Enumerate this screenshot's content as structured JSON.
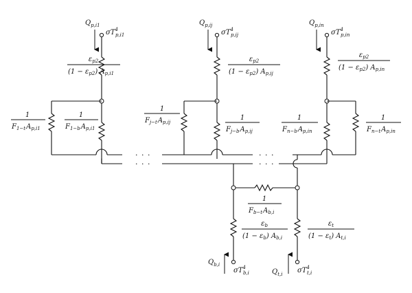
{
  "labels": {
    "q_pi1": "Q",
    "q_pi1_sub": "p,i1",
    "q_pij": "Q",
    "q_pij_sub": "p,ij",
    "q_pin": "Q",
    "q_pin_sub": "p,in",
    "sig_pi1": "σT",
    "sig_pi1_sub": "p,i1",
    "sig_pij": "σT",
    "sig_pij_sub": "p,ij",
    "sig_pin": "σT",
    "sig_pin_sub": "p,in",
    "pow4": "4",
    "eps_p2": "ε",
    "eps_p2_sub": "p2",
    "den_p2_pre": "(1 − ε",
    "den_p2_sub": "p2",
    "den_p2_mid": ") A",
    "den_i1_sub": "p,i1",
    "den_ij_sub": "p,ij",
    "den_in_sub": "p,in",
    "one": "1",
    "F": "F",
    "A": "A",
    "f_1t": "1−t",
    "f_1b": "1−b",
    "f_jt": "j−t",
    "f_jb": "j−b",
    "f_nb": "n−b",
    "f_nt": "n−t",
    "a_pi1": "p,i1",
    "a_pij": "p,ij",
    "a_pin": "p,in",
    "f_bt": "b−t",
    "a_bi": "b,i",
    "eps_b": "ε",
    "eps_b_sub": "b",
    "den_b_pre": "(1 − ε",
    "den_b_sub": "b",
    "den_b_mid": ") A",
    "den_b_a": "b,i",
    "eps_t": "ε",
    "eps_t_sub": "t",
    "den_t_pre": "(1 − ε",
    "den_t_sub": "t",
    "den_t_mid": ") A",
    "den_t_a": "t,i",
    "q_bi": "Q",
    "q_bi_sub": "b,i",
    "q_ti": "Q",
    "q_ti_sub": "t,i",
    "sig_bi": "σT",
    "sig_bi_sub": "b,i",
    "sig_ti": "σT",
    "sig_ti_sub": "t,i",
    "ellipsis": "· · ·"
  }
}
